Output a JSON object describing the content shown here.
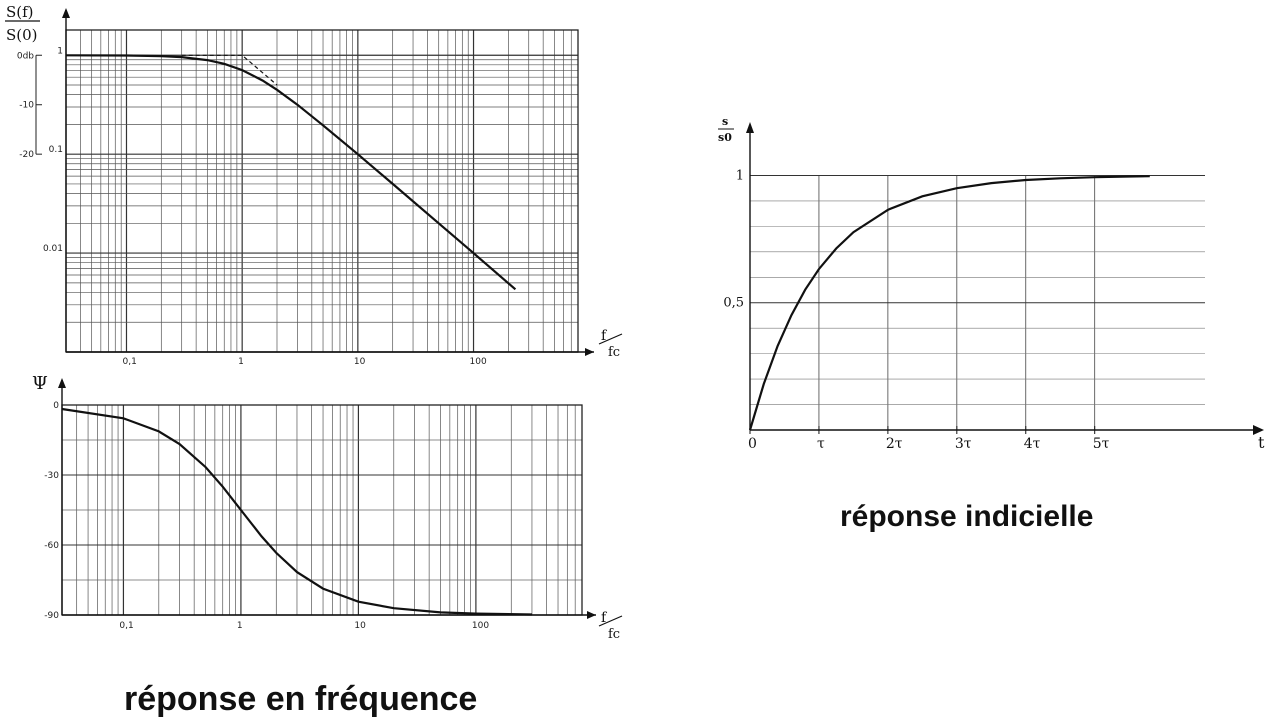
{
  "captions": {
    "frequency": "réponse en fréquence",
    "step": "réponse indicielle"
  },
  "chart_data": [
    {
      "type": "line",
      "xscale": "log",
      "yscale": "log",
      "xlim": [
        0.03,
        800
      ],
      "ylim": [
        0.001,
        1.8
      ],
      "ylabel_num": "S(f)",
      "ylabel_den": "S(0)",
      "xlabel_num": "f",
      "xlabel_den": "fc",
      "x_ticks": [
        {
          "value": 0.1,
          "label": "0,1"
        },
        {
          "value": 1,
          "label": "1"
        },
        {
          "value": 10,
          "label": "10"
        },
        {
          "value": 100,
          "label": "100"
        }
      ],
      "y_ticks": [
        {
          "value": 1,
          "label": "1"
        },
        {
          "value": 0.1,
          "label": "0.1"
        },
        {
          "value": 0.01,
          "label": "0.01"
        }
      ],
      "db_ticks": [
        {
          "value": 1,
          "label": "0db"
        },
        {
          "value": 0.316,
          "label": "-10"
        },
        {
          "value": 0.1,
          "label": "-20"
        }
      ],
      "grid": true,
      "series": [
        {
          "x": [
            0.03,
            0.1,
            0.2,
            0.3,
            0.5,
            0.7,
            1,
            1.5,
            2,
            3,
            5,
            10,
            20,
            50,
            100,
            230
          ],
          "y": [
            1,
            0.995,
            0.98,
            0.958,
            0.894,
            0.819,
            0.707,
            0.555,
            0.447,
            0.316,
            0.196,
            0.1,
            0.05,
            0.02,
            0.01,
            0.0043
          ]
        },
        {
          "style": "dashed",
          "x": [
            0.3,
            1,
            2
          ],
          "y": [
            1,
            1,
            0.5
          ]
        }
      ]
    },
    {
      "type": "line",
      "xscale": "log",
      "xlim": [
        0.03,
        800
      ],
      "ylim": [
        -90,
        0
      ],
      "ylabel": "Ψ",
      "xlabel_num": "f",
      "xlabel_den": "fc",
      "x_ticks": [
        {
          "value": 0.1,
          "label": "0,1"
        },
        {
          "value": 1,
          "label": "1"
        },
        {
          "value": 10,
          "label": "10"
        },
        {
          "value": 100,
          "label": "100"
        }
      ],
      "y_ticks": [
        {
          "value": 0,
          "label": "0"
        },
        {
          "value": -30,
          "label": "-30"
        },
        {
          "value": -60,
          "label": "-60"
        },
        {
          "value": -90,
          "label": "-90"
        }
      ],
      "grid": true,
      "series": [
        {
          "x": [
            0.03,
            0.1,
            0.2,
            0.3,
            0.5,
            0.7,
            1,
            1.5,
            2,
            3,
            5,
            10,
            20,
            50,
            100,
            300
          ],
          "y": [
            -1.7,
            -5.7,
            -11.3,
            -16.7,
            -26.6,
            -35,
            -45,
            -56.3,
            -63.4,
            -71.6,
            -78.7,
            -84.3,
            -87.1,
            -88.9,
            -89.4,
            -89.8
          ]
        }
      ]
    },
    {
      "type": "line",
      "xlim": [
        0,
        6.6
      ],
      "ylim": [
        0,
        1.1
      ],
      "ylabel_num": "s",
      "ylabel_den": "s0",
      "xlabel": "t",
      "x_ticks": [
        {
          "value": 0,
          "label": "0"
        },
        {
          "value": 1,
          "label": "τ"
        },
        {
          "value": 2,
          "label": "2τ"
        },
        {
          "value": 3,
          "label": "3τ"
        },
        {
          "value": 4,
          "label": "4τ"
        },
        {
          "value": 5,
          "label": "5τ"
        }
      ],
      "y_ticks": [
        {
          "value": 0.5,
          "label": "0,5"
        },
        {
          "value": 1,
          "label": "1"
        }
      ],
      "grid": true,
      "series": [
        {
          "x": [
            0,
            0.2,
            0.4,
            0.6,
            0.8,
            1,
            1.25,
            1.5,
            2,
            2.5,
            3,
            3.5,
            4,
            4.5,
            5,
            5.5,
            5.8
          ],
          "y": [
            0,
            0.181,
            0.33,
            0.451,
            0.551,
            0.632,
            0.713,
            0.777,
            0.865,
            0.918,
            0.95,
            0.97,
            0.982,
            0.989,
            0.993,
            0.996,
            0.997
          ]
        }
      ]
    }
  ]
}
